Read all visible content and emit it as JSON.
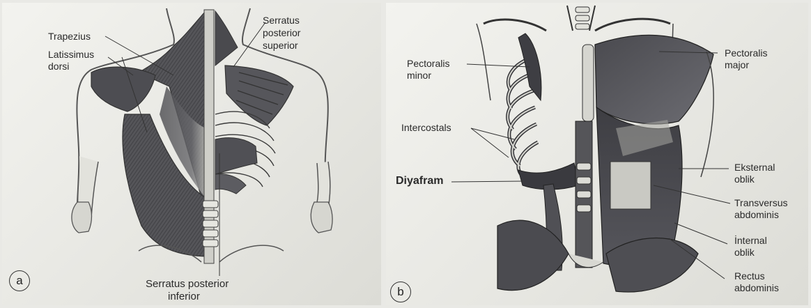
{
  "panel_a": {
    "badge": "a",
    "labels": {
      "trapezius": "Trapezius",
      "latissimus_1": "Latissimus",
      "latissimus_2": "dorsi",
      "spi_1": "Serratus",
      "spi_2": "posterior",
      "spi_3": "superior",
      "spinf_1": "Serratus posterior",
      "spinf_2": "inferior"
    }
  },
  "panel_b": {
    "badge": "b",
    "labels": {
      "pec_minor_1": "Pectoralis",
      "pec_minor_2": "minor",
      "pec_major_1": "Pectoralis",
      "pec_major_2": "major",
      "intercostals": "Intercostals",
      "diyafram": "Diyafram",
      "eksternal_1": "Eksternal",
      "eksternal_2": "oblik",
      "transversus_1": "Transversus",
      "transversus_2": "abdominis",
      "internal_1": "İnternal",
      "internal_2": "oblik",
      "rectus_1": "Rectus",
      "rectus_2": "abdominis"
    }
  },
  "colors": {
    "muscle_dark": "#4a4a4e",
    "muscle_mid": "#6b6b70",
    "bone": "#d8d8d2",
    "outline": "#3a3a3a"
  }
}
